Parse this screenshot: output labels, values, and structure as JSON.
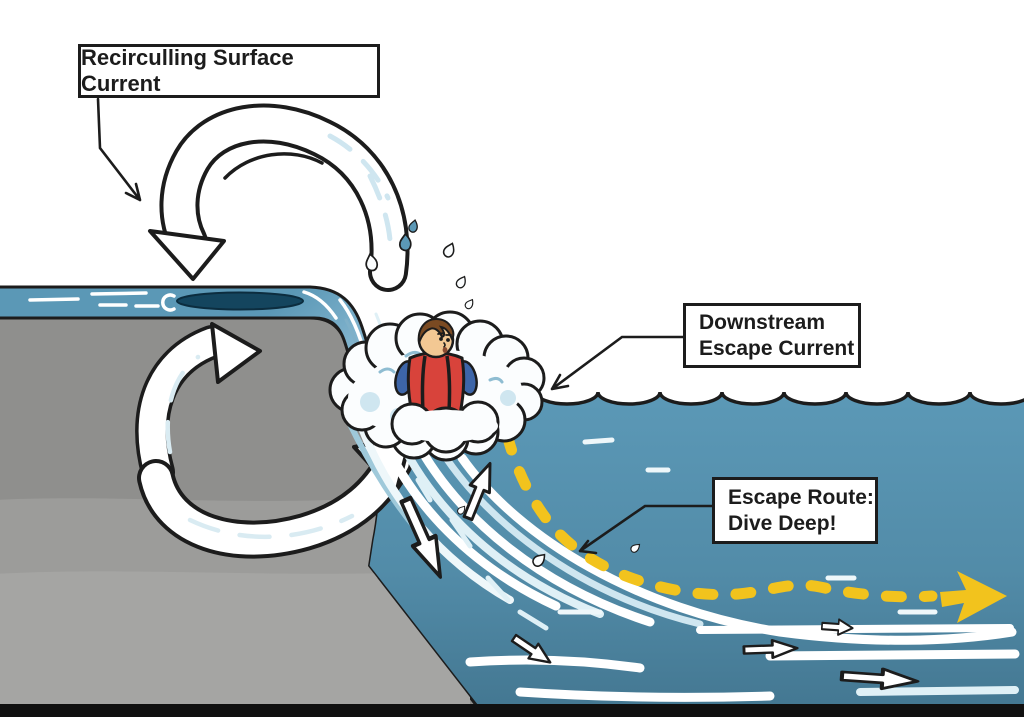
{
  "labels": {
    "recirculating": {
      "text": "Recirculling Surface Current"
    },
    "downstream": {
      "line1": "Downstream",
      "line2": "Escape Current"
    },
    "escape": {
      "line1": "Escape Route:",
      "line2": "Dive Deep!"
    }
  },
  "colors": {
    "water_blue": "#5b98b6",
    "water_deep": "#2f5d78",
    "waterfall_light": "#a3cde0",
    "foam_white": "#fbfdfe",
    "foam_shade": "#cfe6f0",
    "dam_gray": "#8f8f8d",
    "dam_gray_band1": "#9c9c9a",
    "dam_gray_band2": "#a5a5a3",
    "outline": "#1c1c1c",
    "route_yellow": "#f2c31d",
    "vest_red": "#d8433b",
    "shirt_blue": "#3d65a8",
    "hair_brown": "#7a4a22",
    "skin_tone": "#f3c893",
    "crest_navy": "#14455e"
  }
}
